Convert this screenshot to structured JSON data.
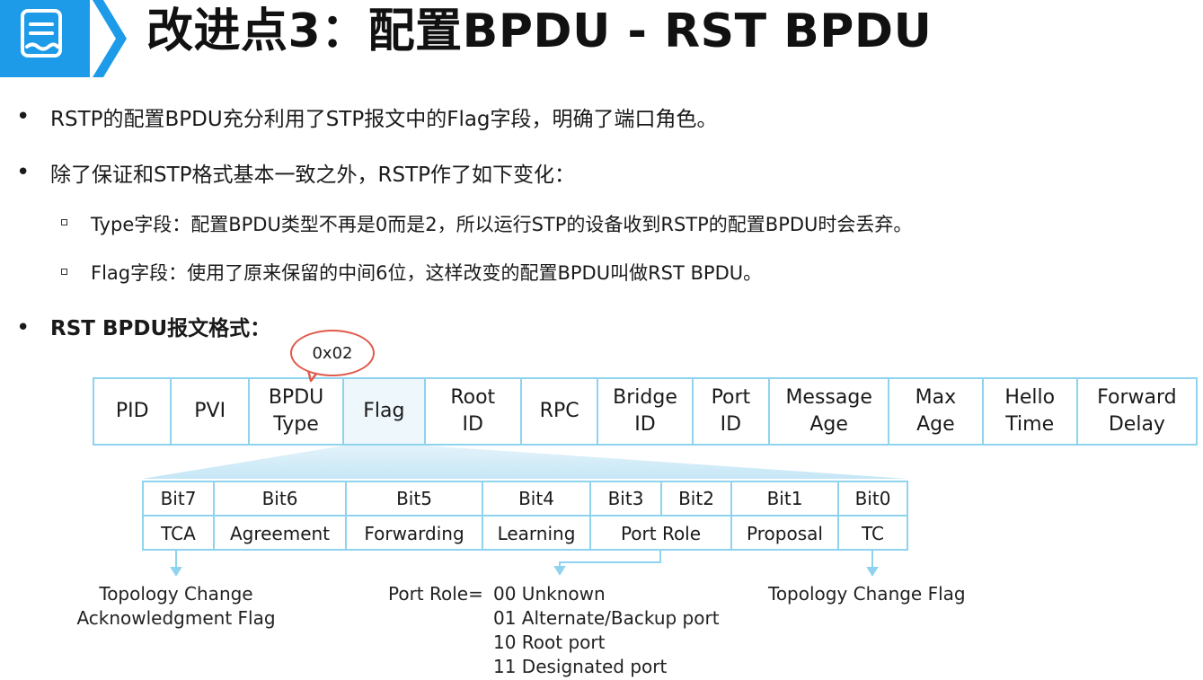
{
  "header": {
    "title": "改进点3：配置BPDU - RST BPDU"
  },
  "bullets": [
    {
      "text": "RSTP的配置BPDU充分利用了STP报文中的Flag字段，明确了端口角色。"
    },
    {
      "text": "除了保证和STP格式基本一致之外，RSTP作了如下变化："
    },
    {
      "text": "RST BPDU报文格式："
    }
  ],
  "sub_bullets": [
    {
      "text": "Type字段：配置BPDU类型不再是0而是2，所以运行STP的设备收到RSTP的配置BPDU时会丢弃。"
    },
    {
      "text": "Flag字段：使用了原来保留的中间6位，这样改变的配置BPDU叫做RST BPDU。"
    }
  ],
  "bpdu_fields": [
    {
      "label": "PID"
    },
    {
      "label": "PVI"
    },
    {
      "label": "BPDU\nType"
    },
    {
      "label": "Flag"
    },
    {
      "label": "Root\nID"
    },
    {
      "label": "RPC"
    },
    {
      "label": "Bridge\nID"
    },
    {
      "label": "Port\nID"
    },
    {
      "label": "Message\nAge"
    },
    {
      "label": "Max\nAge"
    },
    {
      "label": "Hello\nTime"
    },
    {
      "label": "Forward\nDelay"
    }
  ],
  "type_callout": "0x02",
  "bits_header": [
    "Bit7",
    "Bit6",
    "Bit5",
    "Bit4",
    "Bit3",
    "Bit2",
    "Bit1",
    "Bit0"
  ],
  "bits_meaning": [
    "TCA",
    "Agreement",
    "Forwarding",
    "Learning",
    "Port Role",
    "Proposal",
    "TC"
  ],
  "descriptions": {
    "tca": "Topology Change\nAcknowledgment Flag",
    "port_role_prefix": "Port Role=",
    "port_role_values": "00 Unknown\n01 Alternate/Backup port\n10 Root port\n11 Designated port",
    "tc": "Topology Change Flag"
  },
  "colors": {
    "accent_blue": "#1e9be8",
    "table_border": "#8fd3ef",
    "callout_red": "#e05a4a"
  }
}
